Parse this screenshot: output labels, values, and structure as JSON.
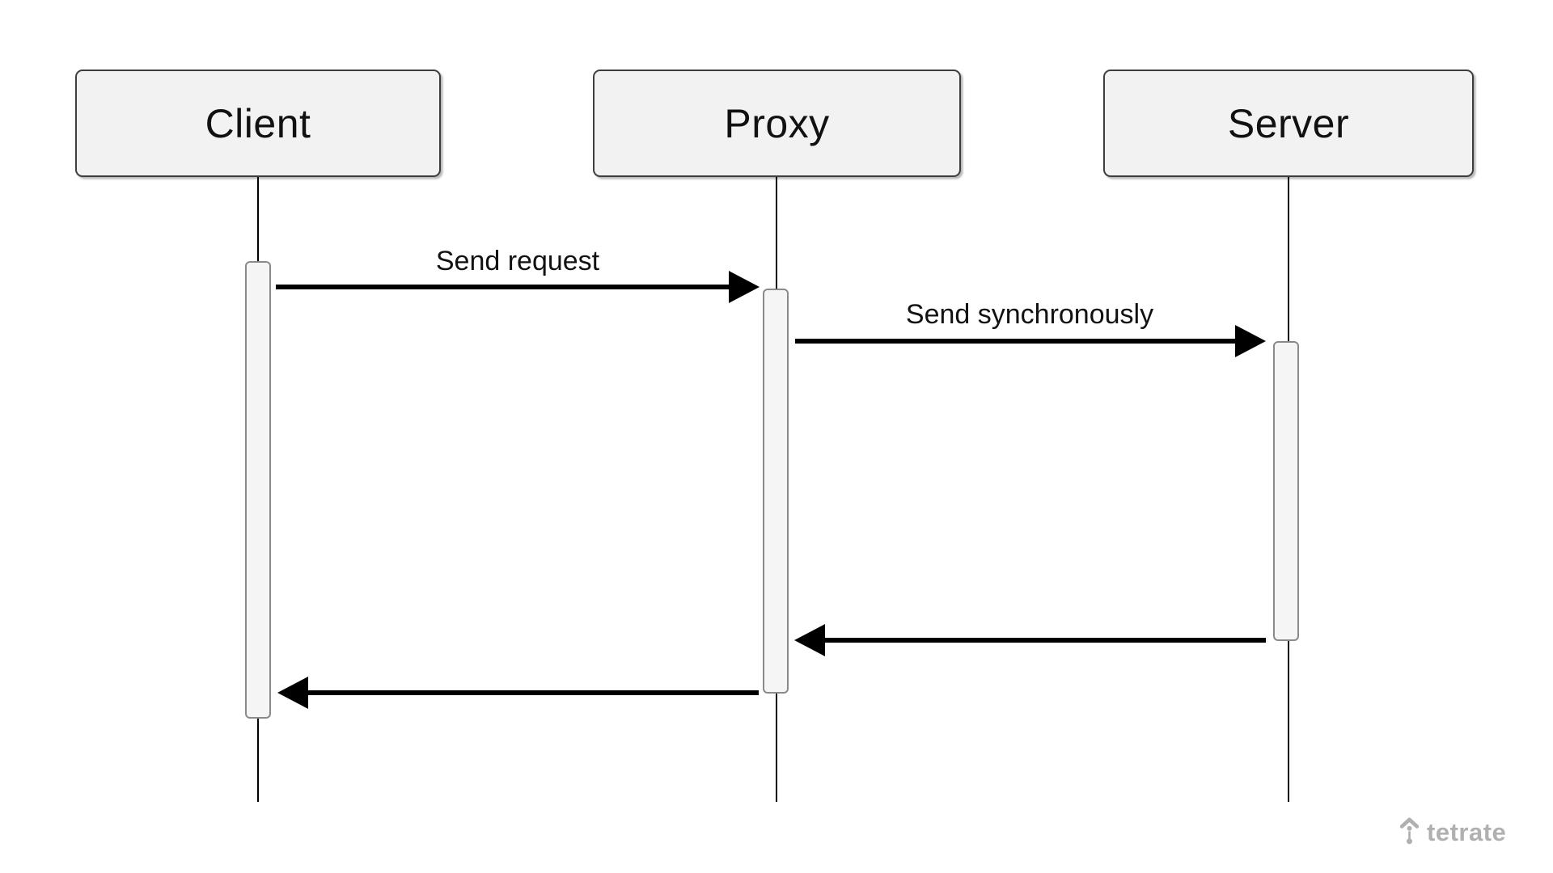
{
  "diagram": {
    "type": "sequence",
    "actors": [
      {
        "id": "client",
        "label": "Client"
      },
      {
        "id": "proxy",
        "label": "Proxy"
      },
      {
        "id": "server",
        "label": "Server"
      }
    ],
    "messages": [
      {
        "from": "client",
        "to": "proxy",
        "label": "Send request",
        "line": "solid",
        "head": "filled-right"
      },
      {
        "from": "proxy",
        "to": "server",
        "label": "Send synchronously",
        "line": "solid",
        "head": "filled-right"
      },
      {
        "from": "server",
        "to": "proxy",
        "label": "",
        "line": "solid",
        "head": "filled-left"
      },
      {
        "from": "proxy",
        "to": "client",
        "label": "",
        "line": "solid",
        "head": "filled-left"
      }
    ],
    "activations": [
      {
        "actor": "client"
      },
      {
        "actor": "proxy"
      },
      {
        "actor": "server"
      }
    ]
  },
  "branding": {
    "logo_text": "tetrate"
  },
  "colors": {
    "background": "#ffffff",
    "actor_fill": "#f2f2f2",
    "actor_border": "#3d3d3d",
    "activation_fill": "#f5f5f5",
    "activation_border": "#8a8a8a",
    "line": "#000000",
    "text": "#111111",
    "logo_gray": "#b0b0b0"
  }
}
